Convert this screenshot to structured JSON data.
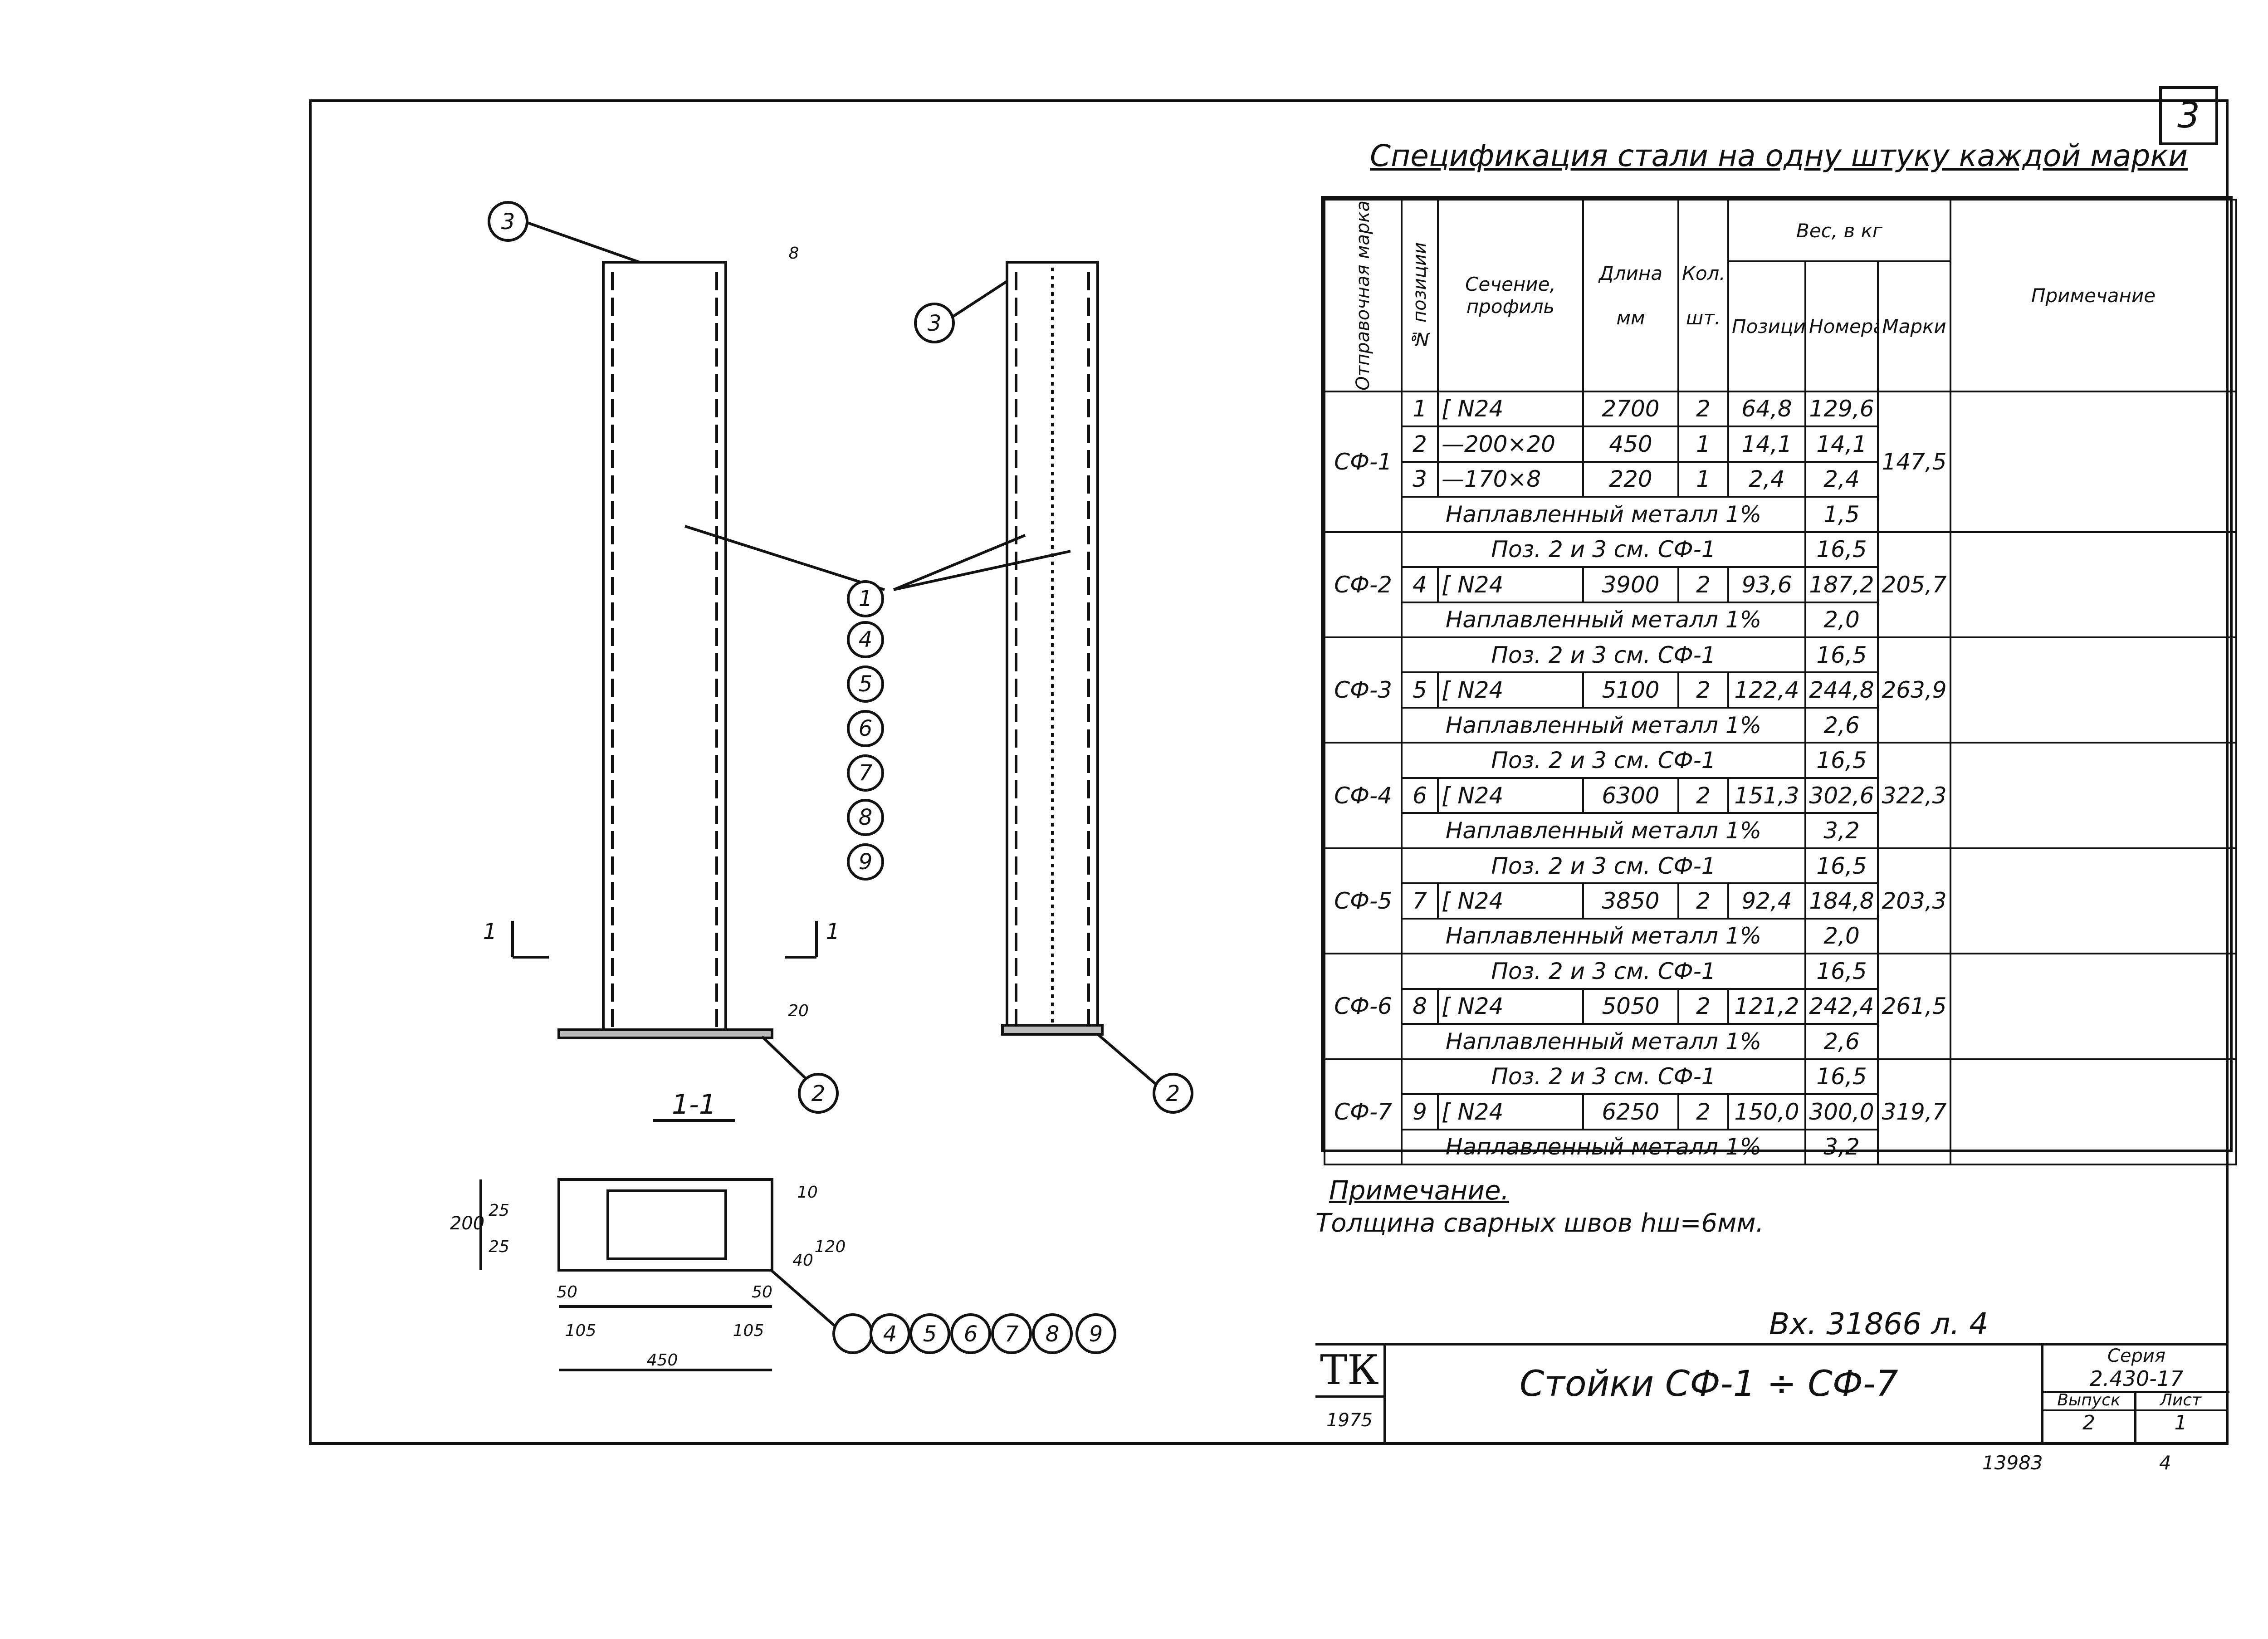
{
  "sheet_number": "3",
  "spec_title": "Спецификация стали на одну штуку каждой марки",
  "table": {
    "headers": {
      "mark": "Отправочная марка",
      "pos": "№ позиции",
      "section": "Сечение, профиль",
      "length": "Длина",
      "length_unit": "мм",
      "qty": "Кол.",
      "qty_unit": "шт.",
      "weight": "Вес, в кг",
      "w_pos": "Позиции",
      "w_num": "Номера",
      "w_mark": "Марки",
      "note": "Примечание"
    },
    "groups": [
      {
        "mark": "СФ-1",
        "total": "147,5",
        "rows": [
          {
            "pos": "1",
            "section": "[ N24",
            "length": "2700",
            "qty": "2",
            "wpos": "64,8",
            "wnum": "129,6"
          },
          {
            "pos": "2",
            "section": "—200×20",
            "length": "450",
            "qty": "1",
            "wpos": "14,1",
            "wnum": "14,1"
          },
          {
            "pos": "3",
            "section": "—170×8",
            "length": "220",
            "qty": "1",
            "wpos": "2,4",
            "wnum": "2,4"
          },
          {
            "span": "Наплавленный металл 1%",
            "wnum": "1,5"
          }
        ]
      },
      {
        "mark": "СФ-2",
        "total": "205,7",
        "rows": [
          {
            "span": "Поз. 2 и 3 см. СФ-1",
            "wnum": "16,5"
          },
          {
            "pos": "4",
            "section": "[ N24",
            "length": "3900",
            "qty": "2",
            "wpos": "93,6",
            "wnum": "187,2"
          },
          {
            "span": "Наплавленный металл 1%",
            "wnum": "2,0"
          }
        ]
      },
      {
        "mark": "СФ-3",
        "total": "263,9",
        "rows": [
          {
            "span": "Поз. 2 и 3 см. СФ-1",
            "wnum": "16,5"
          },
          {
            "pos": "5",
            "section": "[ N24",
            "length": "5100",
            "qty": "2",
            "wpos": "122,4",
            "wnum": "244,8"
          },
          {
            "span": "Наплавленный металл 1%",
            "wnum": "2,6"
          }
        ]
      },
      {
        "mark": "СФ-4",
        "total": "322,3",
        "rows": [
          {
            "span": "Поз. 2 и 3 см. СФ-1",
            "wnum": "16,5"
          },
          {
            "pos": "6",
            "section": "[ N24",
            "length": "6300",
            "qty": "2",
            "wpos": "151,3",
            "wnum": "302,6"
          },
          {
            "span": "Наплавленный металл 1%",
            "wnum": "3,2"
          }
        ]
      },
      {
        "mark": "СФ-5",
        "total": "203,3",
        "rows": [
          {
            "span": "Поз. 2 и 3 см. СФ-1",
            "wnum": "16,5"
          },
          {
            "pos": "7",
            "section": "[ N24",
            "length": "3850",
            "qty": "2",
            "wpos": "92,4",
            "wnum": "184,8"
          },
          {
            "span": "Наплавленный металл 1%",
            "wnum": "2,0"
          }
        ]
      },
      {
        "mark": "СФ-6",
        "total": "261,5",
        "rows": [
          {
            "span": "Поз. 2 и 3 см. СФ-1",
            "wnum": "16,5"
          },
          {
            "pos": "8",
            "section": "[ N24",
            "length": "5050",
            "qty": "2",
            "wpos": "121,2",
            "wnum": "242,4"
          },
          {
            "span": "Наплавленный металл 1%",
            "wnum": "2,6"
          }
        ]
      },
      {
        "mark": "СФ-7",
        "total": "319,7",
        "rows": [
          {
            "span": "Поз. 2 и 3 см. СФ-1",
            "wnum": "16,5"
          },
          {
            "pos": "9",
            "section": "[ N24",
            "length": "6250",
            "qty": "2",
            "wpos": "150,0",
            "wnum": "300,0"
          },
          {
            "span": "Наплавленный металл 1%",
            "wnum": "3,2"
          }
        ]
      }
    ]
  },
  "note": {
    "title": "Примечание.",
    "text": "Толщина сварных швов hш=6мм."
  },
  "archive_ref": "Вх. 31866 л. 4",
  "title_block": {
    "logo": "ТК",
    "year": "1975",
    "title": "Стойки СФ-1 ÷ СФ-7",
    "series_label": "Серия",
    "series_value": "2.430-17",
    "issue_label": "Выпуск",
    "issue_value": "2",
    "sheet_label": "Лист",
    "sheet_value": "1"
  },
  "bottom_numbers": {
    "left": "13983",
    "right": "4"
  },
  "drawing": {
    "callouts_top": [
      "3",
      "3"
    ],
    "callouts_bottom": [
      "2",
      "2"
    ],
    "callouts_column": [
      "1",
      "4",
      "5",
      "6",
      "7",
      "8",
      "9"
    ],
    "callouts_section_row": [
      "4",
      "5",
      "6",
      "7",
      "8",
      "9"
    ],
    "section_marks": [
      "1",
      "1"
    ],
    "section_label": "1-1",
    "dim_top": "8",
    "dim_base": "20",
    "dims_section": {
      "height": "200",
      "a": "25",
      "b": "25",
      "c": "10",
      "d": "120",
      "e": "40",
      "f": "50",
      "g": "50",
      "h": "105",
      "i": "105",
      "width": "450"
    }
  }
}
